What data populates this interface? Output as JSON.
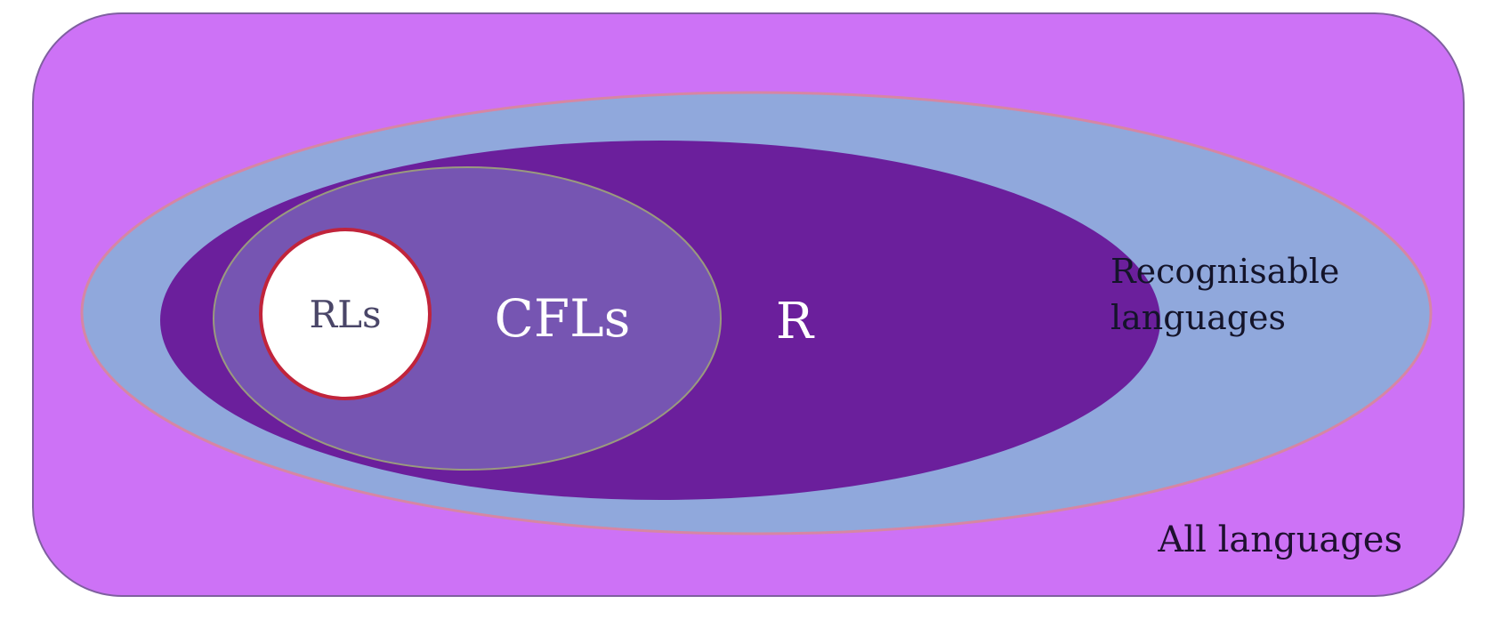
{
  "diagram": {
    "sets": [
      {
        "id": "all",
        "label": "All languages",
        "fill": "#cd72f6",
        "stroke": "#7f5fa0",
        "label_color": "#1f1030"
      },
      {
        "id": "recognisable",
        "label_lines": [
          "Recognisable",
          "languages"
        ],
        "fill": "#90a8dc",
        "stroke": "#d686a4",
        "label_color": "#14142a"
      },
      {
        "id": "r",
        "label": "R",
        "fill": "#6b1f9c",
        "label_color": "#ffffff"
      },
      {
        "id": "cfls",
        "label": "CFLs",
        "fill": "#7655b2",
        "stroke": "#9a9a7e",
        "label_color": "#ffffff"
      },
      {
        "id": "rls",
        "label": "RLs",
        "fill": "#ffffff",
        "stroke": "#c1243b",
        "label_color": "#4a4668"
      }
    ]
  }
}
